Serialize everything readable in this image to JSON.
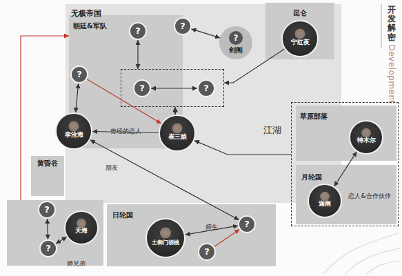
{
  "diagram": {
    "nodes": [
      {
        "text": [
          "无极帝国"
        ]
      },
      {
        "text": [
          "朝廷&军队"
        ],
        "in": 0
      },
      {
        "text": [
          "?"
        ],
        "in": 1
      },
      {
        "text": [
          "?"
        ],
        "in": 1
      },
      {
        "text": [
          "?"
        ],
        "in": 0
      },
      {
        "text": [
          "?",
          "剑阁"
        ],
        "in": 0
      },
      {
        "text": [
          "昆仑"
        ]
      },
      {
        "text": [
          "宁红夜"
        ],
        "in": 6
      },
      {
        "text": [],
        "in": 0
      },
      {
        "text": [
          "?"
        ],
        "in": 8
      },
      {
        "text": [
          "?"
        ],
        "in": 8
      },
      {
        "text": [
          "李沧海"
        ],
        "in": 0
      },
      {
        "text": [
          "崔三娘"
        ],
        "in": 0
      },
      {
        "text": []
      },
      {
        "text": [
          "草原部落"
        ],
        "in": 13
      },
      {
        "text": [
          "特木尔"
        ],
        "in": 14
      },
      {
        "text": [
          "月轮国"
        ],
        "in": 13
      },
      {
        "text": [
          "迦南"
        ],
        "in": 16
      },
      {
        "text": [
          "黄昏谷"
        ]
      },
      {
        "text": [
          "?"
        ],
        "in": 18
      },
      {
        "text": [
          "天海"
        ],
        "in": 18
      },
      {
        "text": [
          "?"
        ],
        "in": 18
      },
      {
        "text": [
          "日轮国"
        ]
      },
      {
        "text": [
          "土御门胡桃"
        ],
        "in": 22
      },
      {
        "text": [
          "?"
        ],
        "in": 22
      },
      {
        "text": [
          "?"
        ],
        "in": 22
      }
    ],
    "edges": [
      {
        "from": 4,
        "to": 5,
        "arrow": "both"
      },
      {
        "from": 2,
        "to": 8,
        "arrow": "both"
      },
      {
        "from": 9,
        "to": 10,
        "arrow": "both"
      },
      {
        "from": 3,
        "to": 11,
        "arrow": "both"
      },
      {
        "from": 3,
        "to": 12,
        "arrow": "to"
      },
      {
        "from": 7,
        "to": 8,
        "arrow": "to"
      },
      {
        "from": 8,
        "to": 12,
        "arrow": "both"
      },
      {
        "from": 12,
        "to": 11,
        "arrow": "to",
        "label": "曾经的恋人"
      },
      {
        "from": 11,
        "to": 25,
        "arrow": "both",
        "label": "朋友"
      },
      {
        "from": 13,
        "to": 12,
        "arrow": "to"
      },
      {
        "from": 15,
        "to": 17,
        "arrow": "both",
        "label": "恋人&合作伙伴"
      },
      {
        "from": 18,
        "to": 1,
        "arrow": "to"
      },
      {
        "from": 19,
        "to": 21,
        "arrow": "both"
      },
      {
        "from": 20,
        "to": 21,
        "arrow": "both",
        "label": "师兄弟"
      },
      {
        "from": 23,
        "to": 25,
        "arrow": "both",
        "label": "师生"
      },
      {
        "from": 24,
        "to": 25,
        "arrow": "to"
      }
    ],
    "labels": [
      "江湖",
      "开发解密",
      "Development"
    ]
  }
}
